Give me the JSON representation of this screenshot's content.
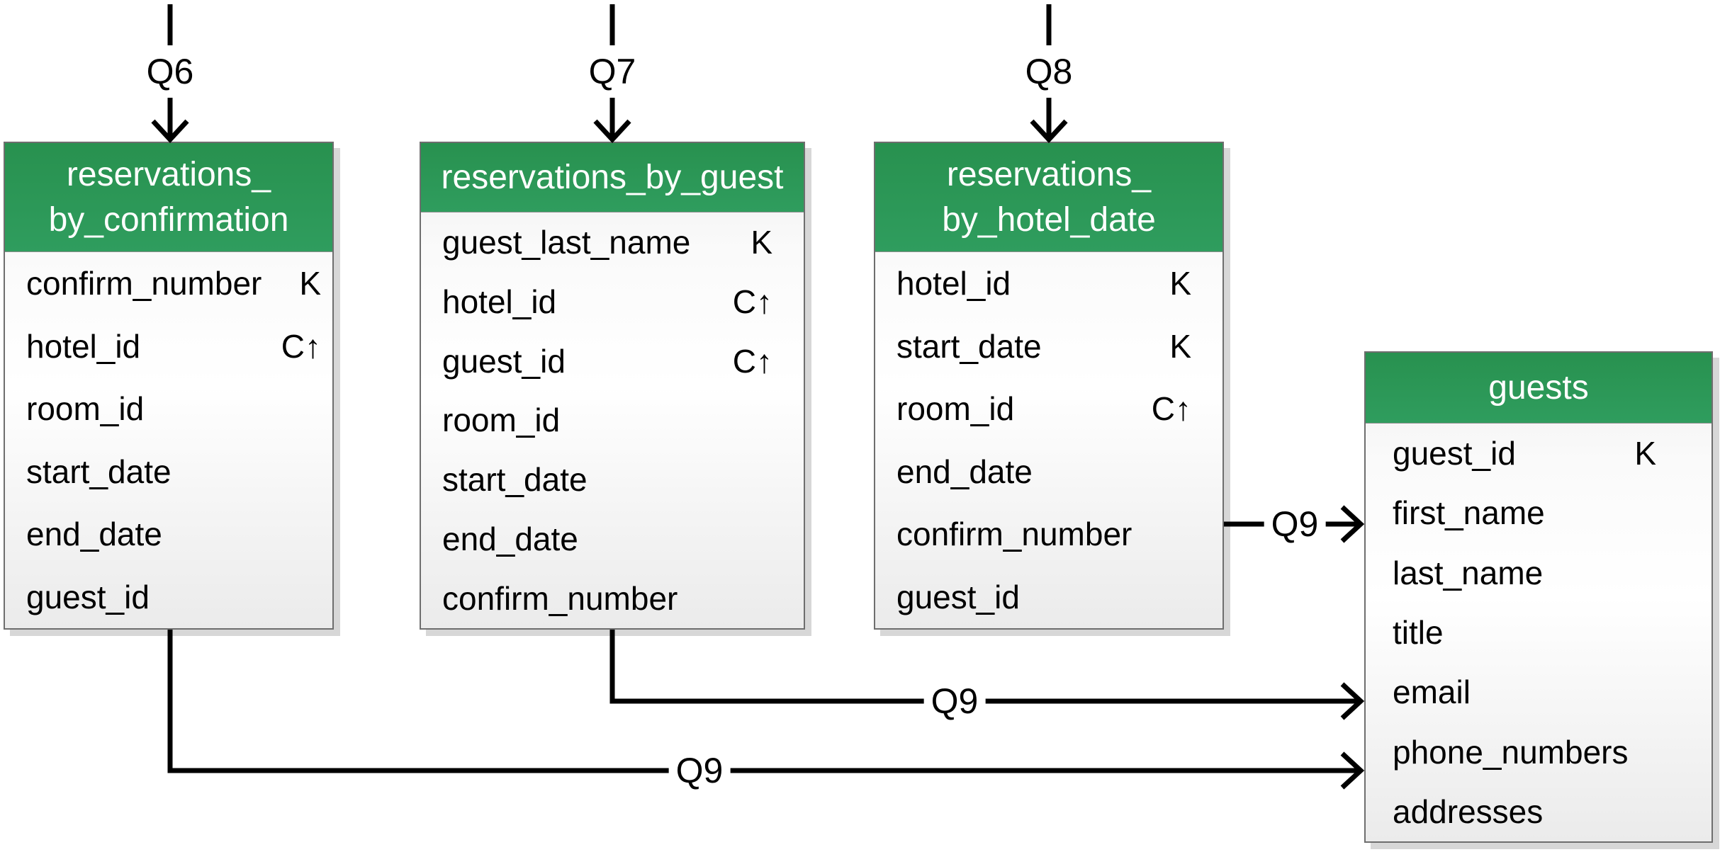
{
  "diagram": {
    "type": "cassandra-chebotko-schema-diagram",
    "colors": {
      "header_green_top": "#28914f",
      "header_green_bottom": "#2f9d5e",
      "table_border": "#6e6e6e",
      "table_shadow": "#d7d7d7",
      "line_black": "#000000"
    },
    "arrows": {
      "q6": {
        "label": "Q6"
      },
      "q7": {
        "label": "Q7"
      },
      "q8": {
        "label": "Q8"
      },
      "q9_hotel_date_to_guests": {
        "label": "Q9"
      },
      "q9_guest_to_guests": {
        "label": "Q9"
      },
      "q9_confirmation_to_guests": {
        "label": "Q9"
      }
    },
    "tables": [
      {
        "name": "reservations_by_confirmation",
        "title_line1": "reservations_",
        "title_line2": "by_confirmation",
        "fields": [
          {
            "name": "confirm_number",
            "marker": "K"
          },
          {
            "name": "hotel_id",
            "marker": "C↑"
          },
          {
            "name": "room_id",
            "marker": ""
          },
          {
            "name": "start_date",
            "marker": ""
          },
          {
            "name": "end_date",
            "marker": ""
          },
          {
            "name": "guest_id",
            "marker": ""
          }
        ]
      },
      {
        "name": "reservations_by_guest",
        "title_line1": "reservations_by_guest",
        "title_line2": "",
        "fields": [
          {
            "name": "guest_last_name",
            "marker": "K"
          },
          {
            "name": "hotel_id",
            "marker": "C↑"
          },
          {
            "name": "guest_id",
            "marker": "C↑"
          },
          {
            "name": "room_id",
            "marker": ""
          },
          {
            "name": "start_date",
            "marker": ""
          },
          {
            "name": "end_date",
            "marker": ""
          },
          {
            "name": "confirm_number",
            "marker": ""
          }
        ]
      },
      {
        "name": "reservations_by_hotel_date",
        "title_line1": "reservations_",
        "title_line2": "by_hotel_date",
        "fields": [
          {
            "name": "hotel_id",
            "marker": "K"
          },
          {
            "name": "start_date",
            "marker": "K"
          },
          {
            "name": "room_id",
            "marker": "C↑"
          },
          {
            "name": "end_date",
            "marker": ""
          },
          {
            "name": "confirm_number",
            "marker": ""
          },
          {
            "name": "guest_id",
            "marker": ""
          }
        ]
      },
      {
        "name": "guests",
        "title_line1": "guests",
        "title_line2": "",
        "fields": [
          {
            "name": "guest_id",
            "marker": "K"
          },
          {
            "name": "first_name",
            "marker": ""
          },
          {
            "name": "last_name",
            "marker": ""
          },
          {
            "name": "title",
            "marker": ""
          },
          {
            "name": "email",
            "marker": ""
          },
          {
            "name": "phone_numbers",
            "marker": ""
          },
          {
            "name": "addresses",
            "marker": ""
          }
        ]
      }
    ]
  }
}
